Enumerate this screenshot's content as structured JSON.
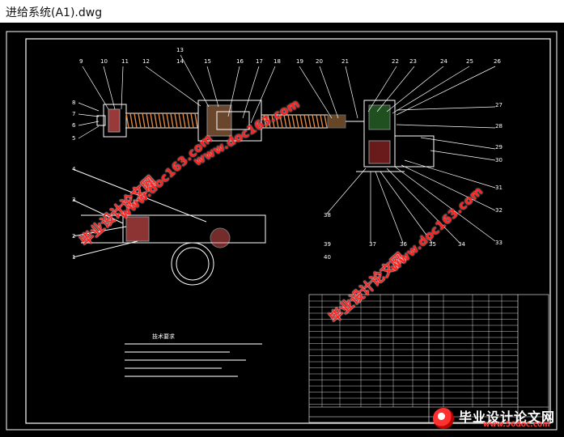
{
  "window": {
    "title": "进给系统(A1).dwg"
  },
  "drawing": {
    "callouts_left": [
      "9",
      "10",
      "11",
      "12",
      "13",
      "14",
      "15",
      "16",
      "17",
      "18",
      "19",
      "20"
    ],
    "callouts_right": [
      "21",
      "22",
      "23",
      "24",
      "25",
      "26",
      "27",
      "28",
      "29",
      "30",
      "31",
      "32",
      "33",
      "34",
      "35",
      "36",
      "37",
      "38",
      "39",
      "40"
    ],
    "callouts_side": [
      "8",
      "7",
      "6",
      "5"
    ],
    "callouts_section": [
      "4",
      "3",
      "2",
      "1"
    ],
    "notes_title": "技术要求"
  },
  "watermarks": {
    "cn": "毕业设计论文网",
    "url": "www.doc163.com"
  },
  "brand": {
    "cn": "毕业设计论文网",
    "url": "www.56doc.com"
  }
}
